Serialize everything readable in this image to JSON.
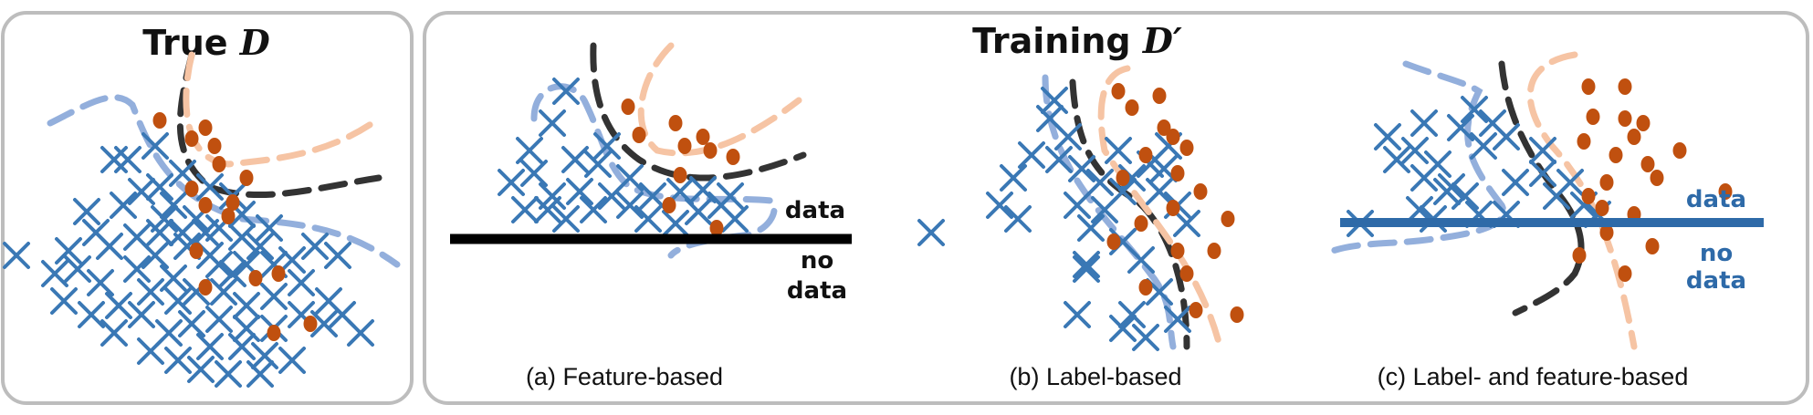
{
  "panels": {
    "true_d": {
      "title_prefix": "True ",
      "title_var": "D"
    },
    "training": {
      "title_prefix": "Training ",
      "title_var": "D′"
    }
  },
  "captions": {
    "a": "(a) Feature-based",
    "b": "(b) Label-based",
    "c": "(c) Label- and feature-based"
  },
  "labels": {
    "a_data": "data",
    "a_no": "no",
    "a_data2": "data",
    "c_data": "data",
    "c_no": "no",
    "c_data2": "data"
  },
  "colors": {
    "cross": "#3a78b5",
    "dot": "#c0500f",
    "boundary_true": "#333333",
    "boundary_orange": "#f6c4a4",
    "boundary_blue": "#93afdc",
    "cut_black": "#000000",
    "cut_blue": "#2e6aa8",
    "frame": "#bdbdbd"
  }
}
